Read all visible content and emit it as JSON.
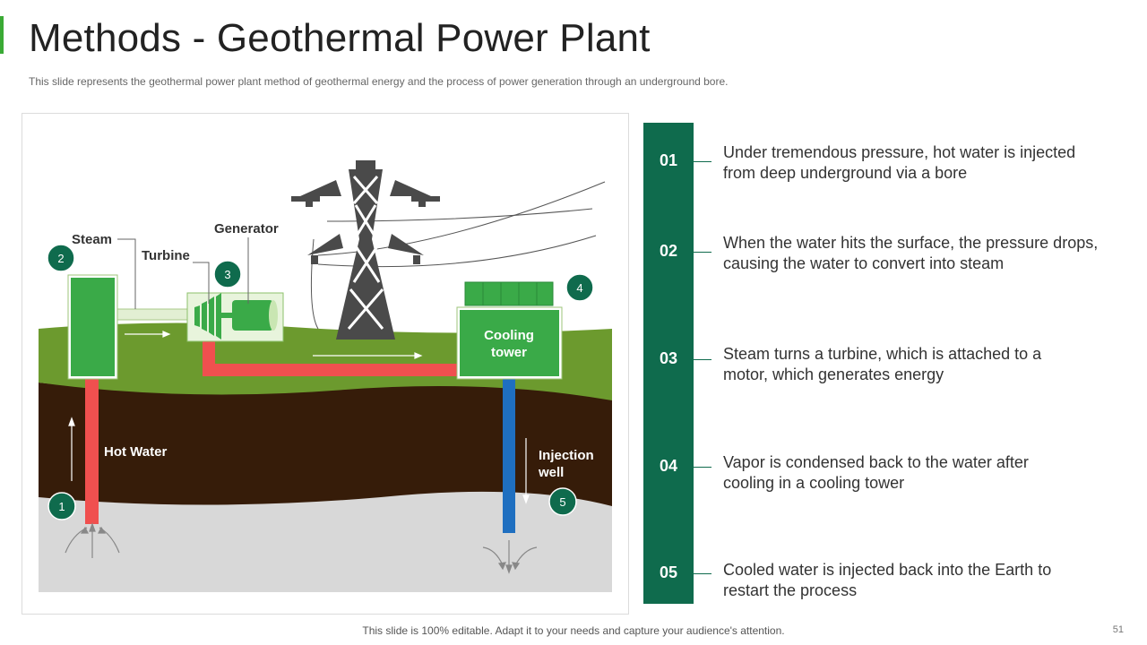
{
  "slide": {
    "title": "Methods - Geothermal Power Plant",
    "subtitle": "This slide represents the geothermal power plant method of geothermal energy and the process of power generation through an underground  bore.",
    "footer": "This slide is 100% editable. Adapt it to your needs and capture your audience's attention.",
    "page_number": "51"
  },
  "diagram": {
    "labels": {
      "steam": "Steam",
      "turbine": "Turbine",
      "generator": "Generator",
      "cooling_line1": "Cooling",
      "cooling_line2": "tower",
      "hot_water": "Hot Water",
      "injection_line1": "Injection",
      "injection_line2": "well"
    },
    "badges": [
      "1",
      "2",
      "3",
      "4",
      "5"
    ]
  },
  "steps": [
    {
      "num": "01",
      "line1": "Under tremendous pressure, hot water is injected",
      "line2": "from deep underground via a bore"
    },
    {
      "num": "02",
      "line1": "When the water hits the surface, the pressure drops,",
      "line2": "causing the water to convert into steam"
    },
    {
      "num": "03",
      "line1": "Steam turns a turbine, which is attached to a",
      "line2": "motor, which generates energy"
    },
    {
      "num": "04",
      "line1": "Vapor is condensed back to the water after",
      "line2": "cooling in a cooling tower"
    },
    {
      "num": "05",
      "line1": "Cooled water is injected back into the Earth to",
      "line2": "restart the process"
    }
  ],
  "colors": {
    "accent_green": "#3aaa35",
    "dark_green": "#0f6b4d",
    "grass": "#6c9a2e",
    "soil": "#3a1f0a",
    "hot_pipe": "#f0504f",
    "cold_pipe": "#1f6fc0"
  }
}
